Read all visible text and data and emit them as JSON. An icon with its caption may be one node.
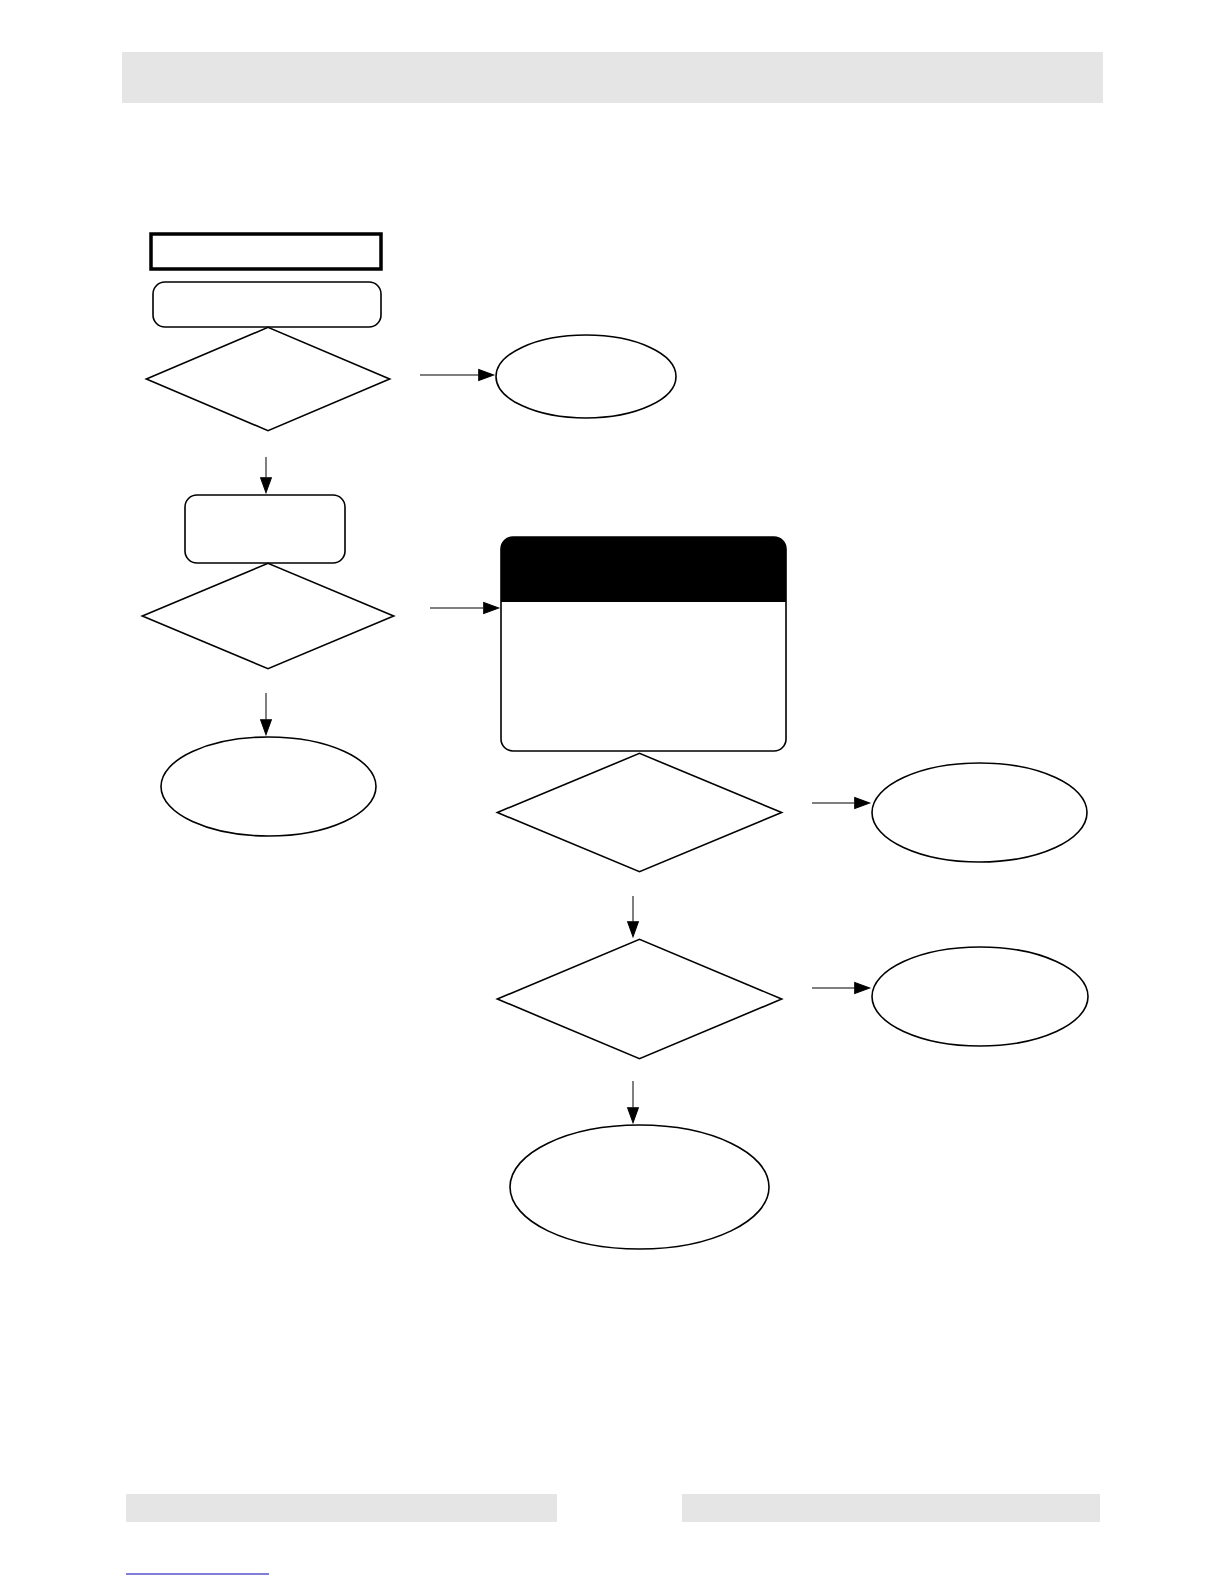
{
  "diagram": {
    "nodes": [
      {
        "text": [],
        "shape": "box"
      },
      {
        "text": [],
        "shape": "box"
      },
      {
        "text": [],
        "shape": "diamond"
      },
      {
        "text": [],
        "shape": "ellipse"
      },
      {
        "text": [],
        "shape": "box"
      },
      {
        "text": [],
        "shape": "diamond"
      },
      {
        "text": [],
        "shape": "box"
      },
      {
        "text": [],
        "shape": "ellipse"
      },
      {
        "text": [],
        "shape": "diamond"
      },
      {
        "text": [],
        "shape": "ellipse"
      },
      {
        "text": [],
        "shape": "diamond"
      },
      {
        "text": [],
        "shape": "ellipse"
      },
      {
        "text": [],
        "shape": "ellipse"
      }
    ],
    "edges": [
      {
        "from": null,
        "to": 3,
        "arrow": "to"
      },
      {
        "from": null,
        "to": 4,
        "arrow": "to"
      },
      {
        "from": null,
        "to": 6,
        "arrow": "to"
      },
      {
        "from": null,
        "to": 7,
        "arrow": "to"
      },
      {
        "from": null,
        "to": 9,
        "arrow": "to"
      },
      {
        "from": null,
        "to": 10,
        "arrow": "to"
      },
      {
        "from": null,
        "to": 11,
        "arrow": "to"
      },
      {
        "from": null,
        "to": 12,
        "arrow": "to"
      }
    ]
  }
}
